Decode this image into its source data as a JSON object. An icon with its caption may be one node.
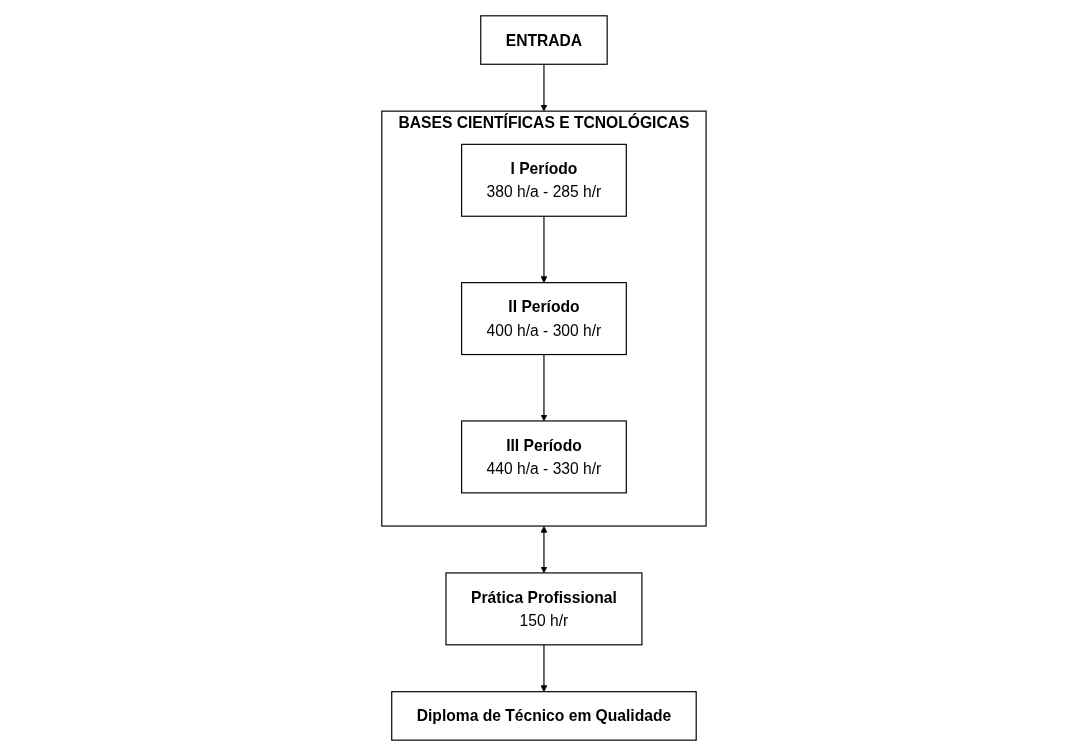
{
  "diagram": {
    "nodes": [
      {
        "text": [
          "ENTRADA"
        ]
      },
      {
        "text": [
          "BASES CIENTÍFICAS E TCNOLÓGICAS"
        ]
      },
      {
        "text": [
          "I Período",
          "380 h/a - 285 h/r"
        ],
        "in": 1
      },
      {
        "text": [
          "II Período",
          "400 h/a - 300 h/r"
        ],
        "in": 1
      },
      {
        "text": [
          "III Período",
          "440 h/a - 330 h/r"
        ],
        "in": 1
      },
      {
        "text": [
          "Prática Profissional",
          "150 h/r"
        ]
      },
      {
        "text": [
          "Diploma de Técnico em Qualidade"
        ]
      }
    ],
    "edges": [
      {
        "from": 0,
        "to": 1,
        "arrow": "to"
      },
      {
        "from": 2,
        "to": 3,
        "arrow": "to"
      },
      {
        "from": 3,
        "to": 4,
        "arrow": "to"
      },
      {
        "from": 1,
        "to": 5,
        "arrow": "both"
      },
      {
        "from": 5,
        "to": 6,
        "arrow": "to"
      }
    ]
  }
}
